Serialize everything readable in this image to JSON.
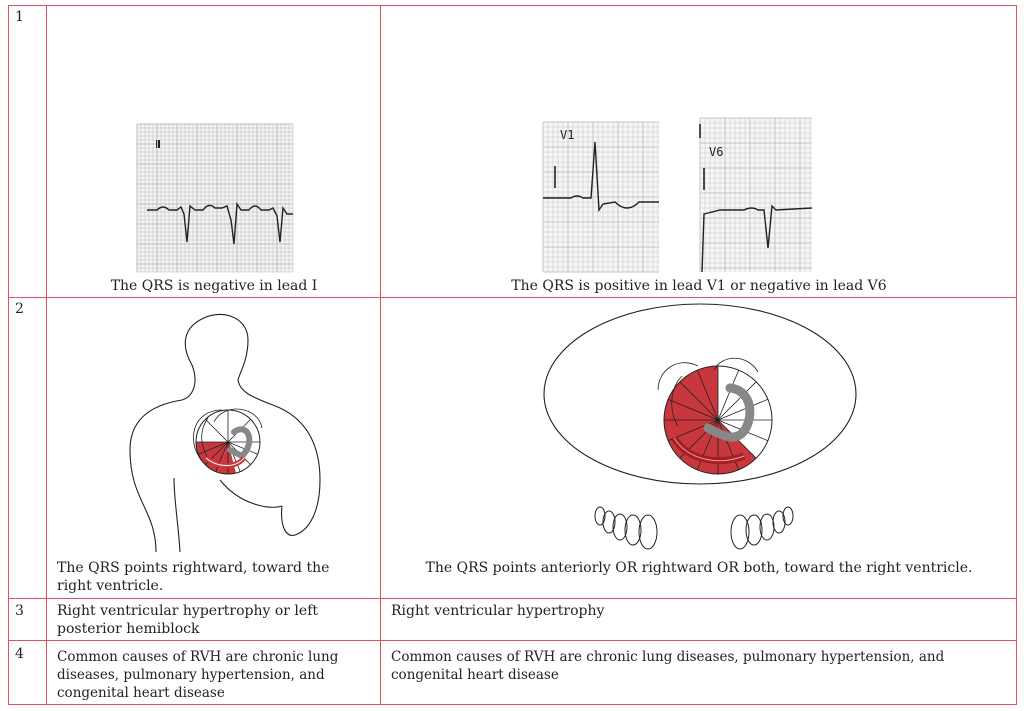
{
  "rows": [
    {
      "num": "1",
      "left": {
        "caption": "The QRS is negative in lead I",
        "ecg_label": "I"
      },
      "right": {
        "caption": "The QRS is positive in lead V1 or negative in lead V6",
        "ecg_labels": [
          "V1",
          "V6"
        ]
      }
    },
    {
      "num": "2",
      "left": {
        "caption": "The QRS points rightward, toward the right ventricle."
      },
      "right": {
        "caption": "The QRS points anteriorly OR rightward OR both, toward the right ventricle."
      }
    },
    {
      "num": "3",
      "left": {
        "text": "Right ventricular hypertrophy or left posterior hemiblock"
      },
      "right": {
        "text": "Right ventricular hypertrophy"
      }
    },
    {
      "num": "4",
      "left": {
        "text": "Common causes of RVH are chronic lung diseases, pulmonary hypertension, and congenital heart disease"
      },
      "right": {
        "text": "Common causes of RVH are chronic lung diseases, pulmonary hypertension, and congenital heart disease"
      }
    }
  ],
  "colors": {
    "border": "#d9545f",
    "highlight": "#c8373b",
    "grid": "#888888"
  }
}
